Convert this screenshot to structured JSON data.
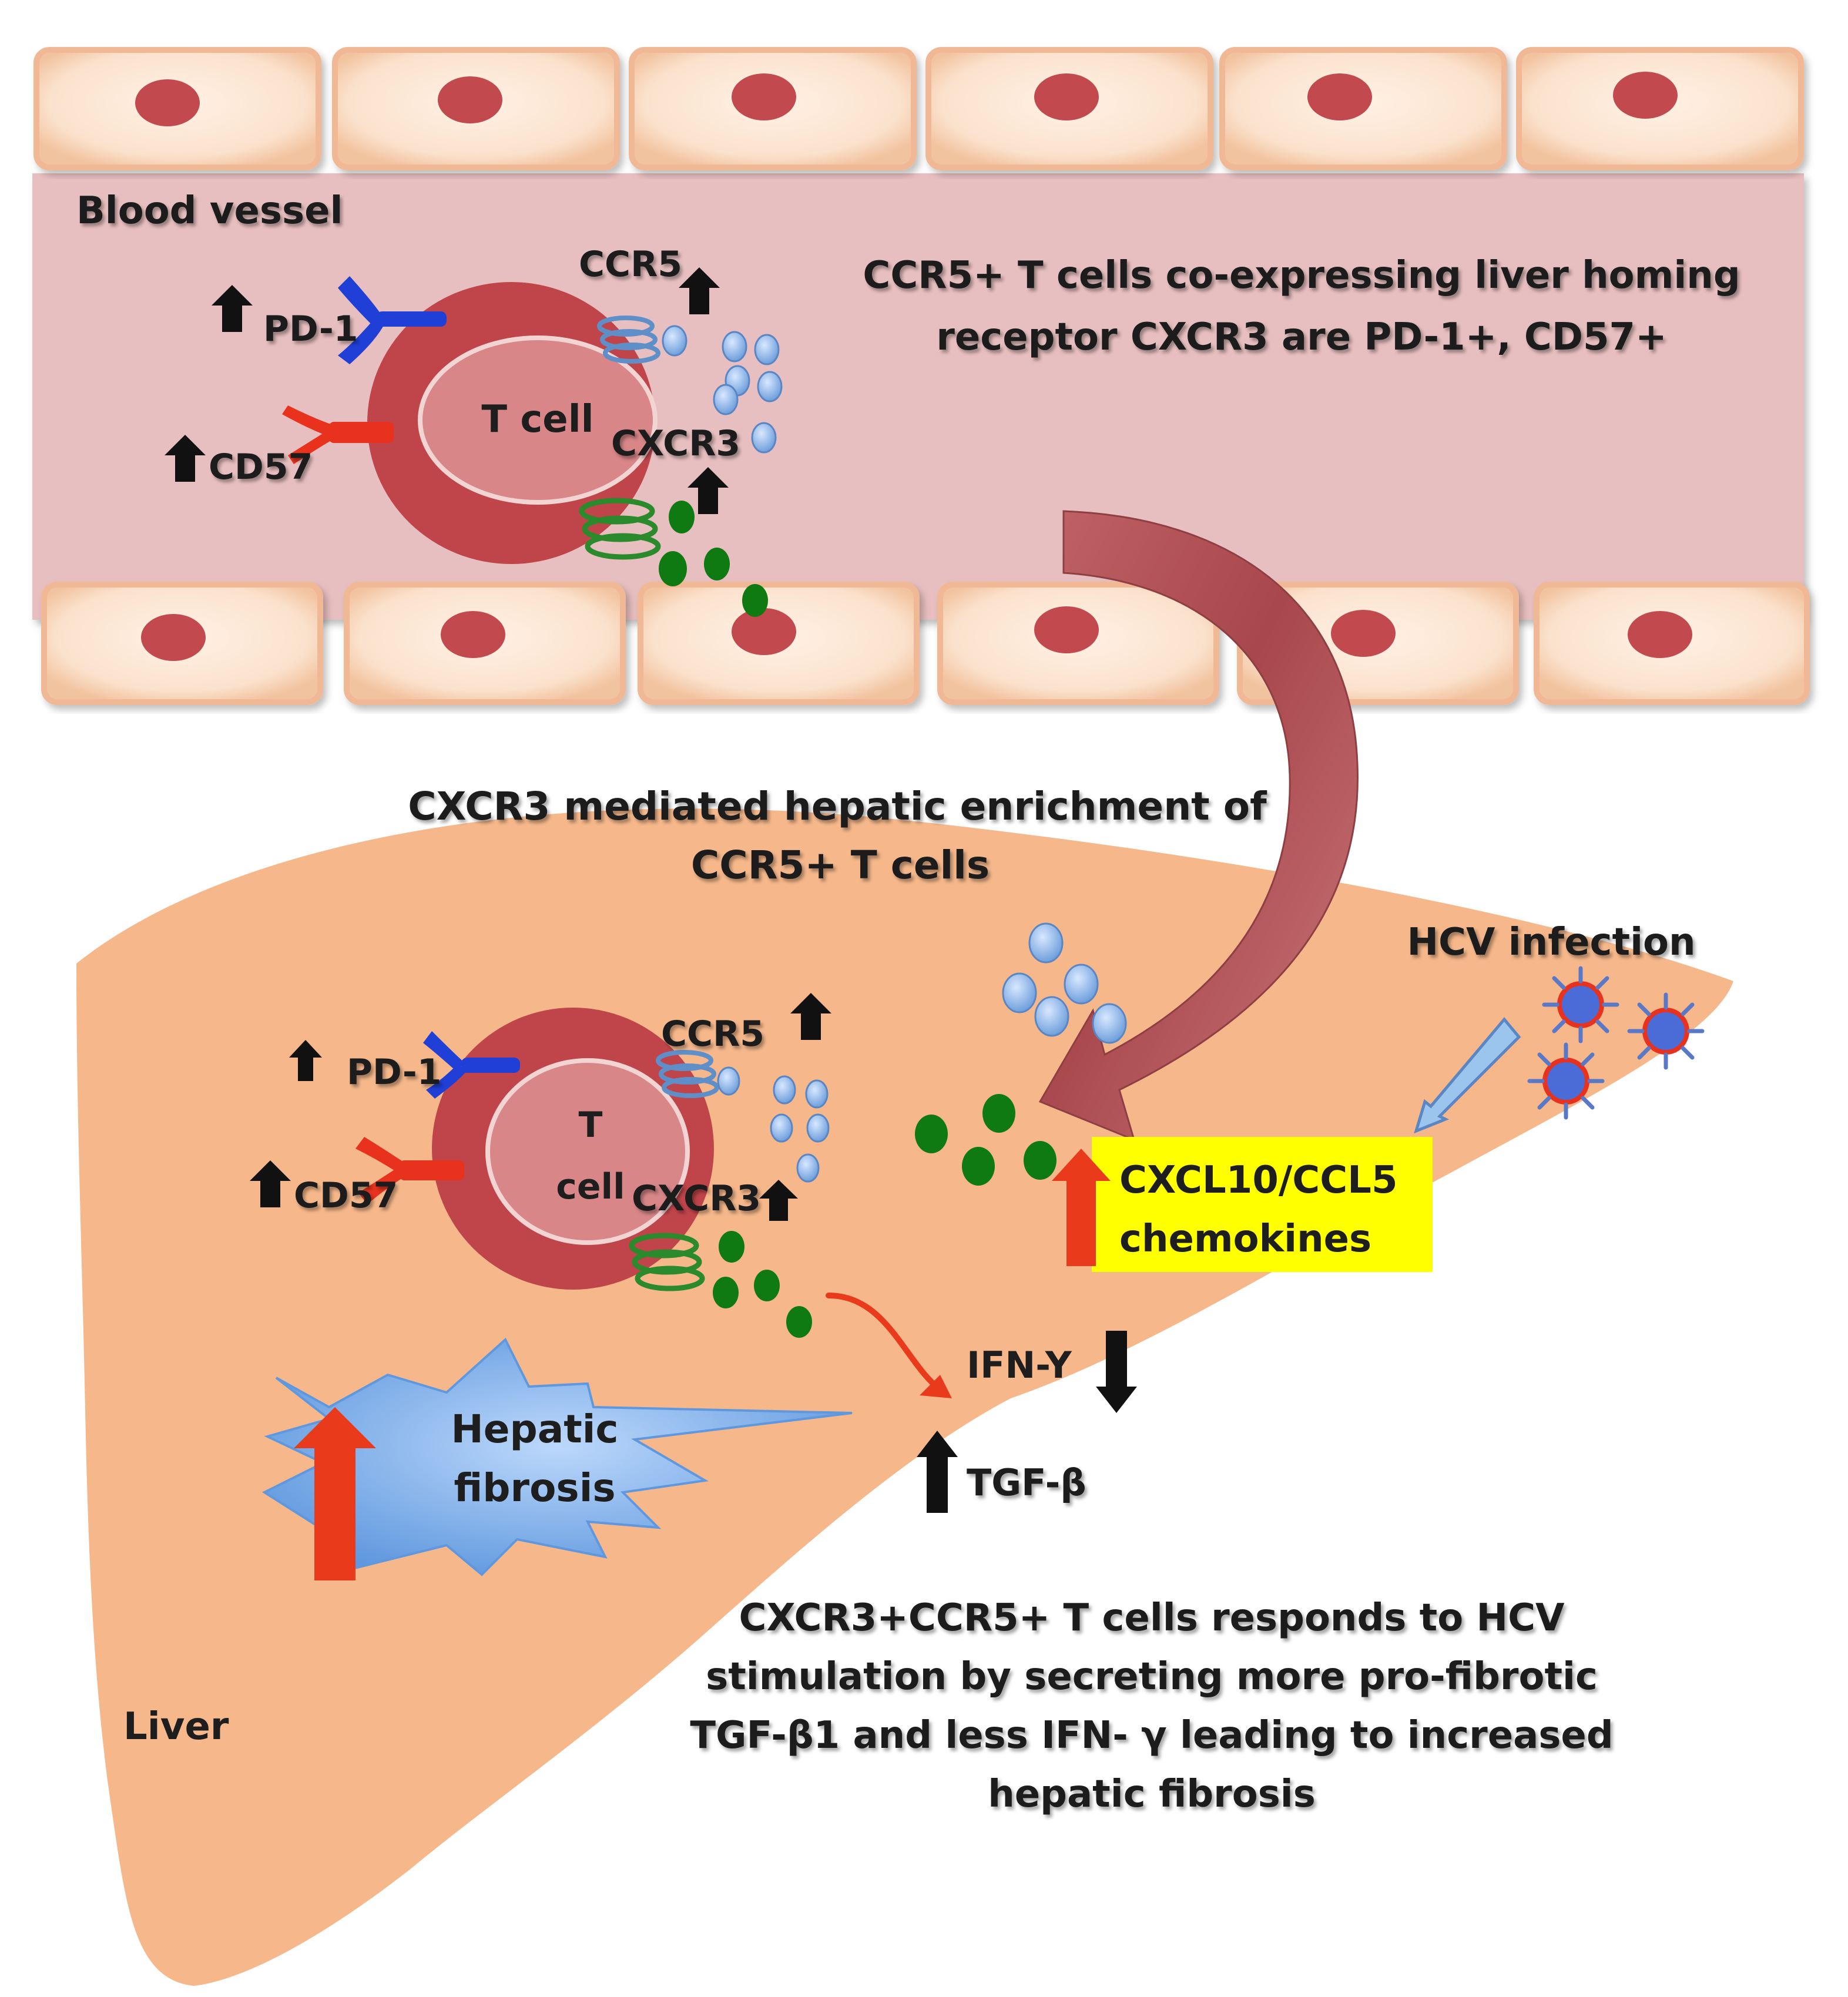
{
  "vessel": {
    "label": "Blood vessel",
    "statement_line1": "CCR5+ T cells co-expressing liver homing",
    "statement_line2": "receptor CXCR3  are PD-1+, CD57+",
    "tcell": {
      "label": "T cell",
      "pd1_label": "PD-1",
      "cd57_label": "CD57",
      "ccr5_label": "CCR5",
      "cxcr3_label": "CXCR3"
    }
  },
  "enrichment": {
    "line1": "CXCR3 mediated hepatic enrichment of",
    "line2": "CCR5+ T cells"
  },
  "liver": {
    "label": "Liver",
    "tcell": {
      "label_line1": "T",
      "label_line2": "cell",
      "pd1_label": "PD-1",
      "cd57_label": "CD57",
      "ccr5_label": "CCR5",
      "cxcr3_label": "CXCR3"
    },
    "hcv_label": "HCV infection",
    "chemokines_line1": "CXCL10/CCL5",
    "chemokines_line2": "chemokines",
    "ifn_label": "IFN-Y",
    "tgf_label": "TGF-β",
    "fibrosis_line1": "Hepatic",
    "fibrosis_line2": "fibrosis",
    "conclusion_line1": "CXCR3+CCR5+ T cells responds to HCV",
    "conclusion_line2": "stimulation by secreting more pro-fibrotic",
    "conclusion_line3": "TGF-β1 and less IFN- γ leading to increased",
    "conclusion_line4": "hepatic fibrosis"
  },
  "colors": {
    "vessel_lumen": "#e8bfc0",
    "endothelial_cell": "#fbe2cd",
    "nucleus": "#c24a4e",
    "tcell_outer": "#c0454a",
    "tcell_inner": "#d88688",
    "liver": "#f6b88b",
    "pd1_receptor": "#1f3fd6",
    "cd57_receptor": "#e8321d",
    "ccr5_receptor": "#5f8fc9",
    "ccr5_ligand": "#8fb6ec",
    "cxcr3_receptor": "#2b8a2b",
    "cxcr3_ligand": "#0f7a12",
    "up_arrow": "#111111",
    "red_arrow": "#ea3a1c",
    "chemokine_box": "#ffff00",
    "fibrosis_star": "#7fb1ea",
    "big_curved_arrow": "#b0555a"
  }
}
